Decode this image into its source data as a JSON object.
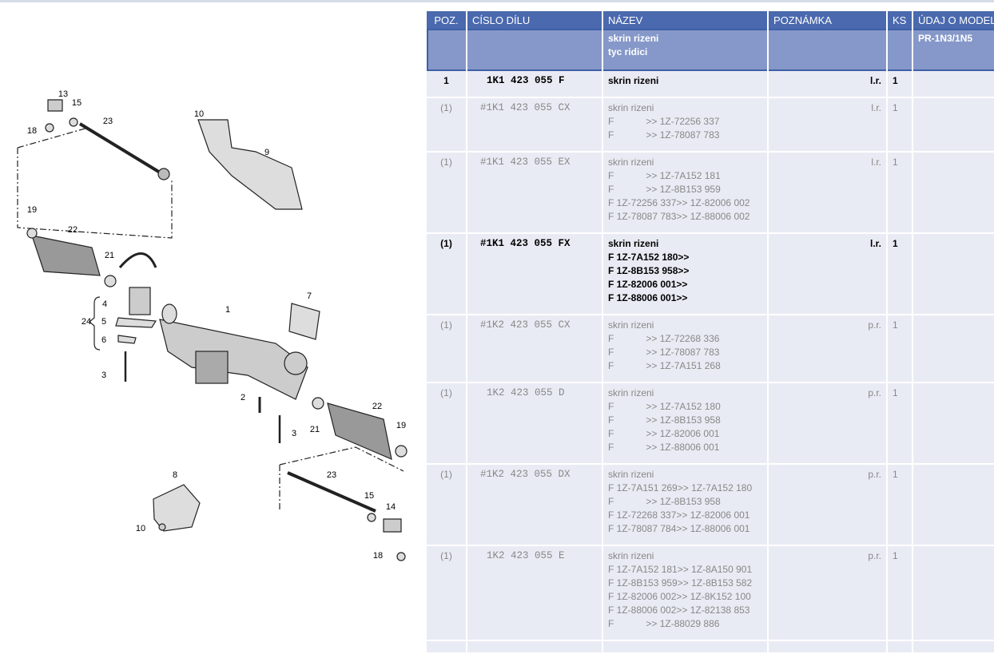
{
  "table": {
    "headers": [
      "POZ.",
      "CÍSLO DÍLU",
      "NÁZEV",
      "POZNÁMKA",
      "KS",
      "ÚDAJ O MODELU"
    ],
    "group": {
      "names": [
        "skrin rizeni",
        "tyc ridici"
      ],
      "model": "PR-1N3/1N5"
    },
    "rows": [
      {
        "poz": "1",
        "part": "1K1 423 055 F",
        "name": [
          "skrin rizeni"
        ],
        "note": "l.r.",
        "ks": "1",
        "bold": true
      },
      {
        "poz": "(1)",
        "part": "#1K1 423 055 CX",
        "name": [
          "skrin rizeni",
          "F            >> 1Z-72256 337",
          "F            >> 1Z-78087 783"
        ],
        "note": "l.r.",
        "ks": "1"
      },
      {
        "poz": "(1)",
        "part": "#1K1 423 055 EX",
        "name": [
          "skrin rizeni",
          "F            >> 1Z-7A152 181",
          "F            >> 1Z-8B153 959",
          "F 1Z-72256 337>> 1Z-82006 002",
          "F 1Z-78087 783>> 1Z-88006 002"
        ],
        "note": "l.r.",
        "ks": "1"
      },
      {
        "poz": "(1)",
        "part": "#1K1 423 055 FX",
        "name": [
          "skrin rizeni",
          "F 1Z-7A152 180>>",
          "F 1Z-8B153 958>>",
          "F 1Z-82006 001>>",
          "F 1Z-88006 001>>"
        ],
        "note": "l.r.",
        "ks": "1",
        "bold": true
      },
      {
        "poz": "(1)",
        "part": "#1K2 423 055 CX",
        "name": [
          "skrin rizeni",
          "F            >> 1Z-72268 336",
          "F            >> 1Z-78087 783",
          "F            >> 1Z-7A151 268"
        ],
        "note": "p.r.",
        "ks": "1"
      },
      {
        "poz": "(1)",
        "part": "1K2 423 055 D",
        "name": [
          "skrin rizeni",
          "F            >> 1Z-7A152 180",
          "F            >> 1Z-8B153 958",
          "F            >> 1Z-82006 001",
          "F            >> 1Z-88006 001"
        ],
        "note": "p.r.",
        "ks": "1"
      },
      {
        "poz": "(1)",
        "part": "#1K2 423 055 DX",
        "name": [
          "skrin rizeni",
          "F 1Z-7A151 269>> 1Z-7A152 180",
          "F            >> 1Z-8B153 958",
          "F 1Z-72268 337>> 1Z-82006 001",
          "F 1Z-78087 784>> 1Z-88006 001"
        ],
        "note": "p.r.",
        "ks": "1"
      },
      {
        "poz": "(1)",
        "part": "1K2 423 055 E",
        "name": [
          "skrin rizeni",
          "F 1Z-7A152 181>> 1Z-8A150 901",
          "F 1Z-8B153 959>> 1Z-8B153 582",
          "F 1Z-82006 002>> 1Z-8K152 100",
          "F 1Z-88006 002>> 1Z-82138 853",
          "F            >> 1Z-88029 886"
        ],
        "note": "p.r.",
        "ks": "1"
      }
    ]
  },
  "diagram": {
    "callouts": [
      "13",
      "15",
      "18",
      "23",
      "10",
      "9",
      "19",
      "22",
      "21",
      "4",
      "24",
      "5",
      "6",
      "3",
      "1",
      "7",
      "2",
      "22",
      "19",
      "21",
      "3",
      "23",
      "8",
      "15",
      "14",
      "10",
      "18"
    ]
  }
}
